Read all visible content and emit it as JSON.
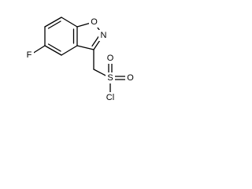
{
  "molecule": {
    "bond_color": "#000000",
    "labels": {
      "fluorine": "F",
      "ring_oxygen": "O",
      "ring_nitrogen": "N",
      "sulfur": "S",
      "sulfonyl_oxygen_top": "O",
      "sulfonyl_oxygen_right": "O",
      "chlorine": "Cl"
    }
  }
}
